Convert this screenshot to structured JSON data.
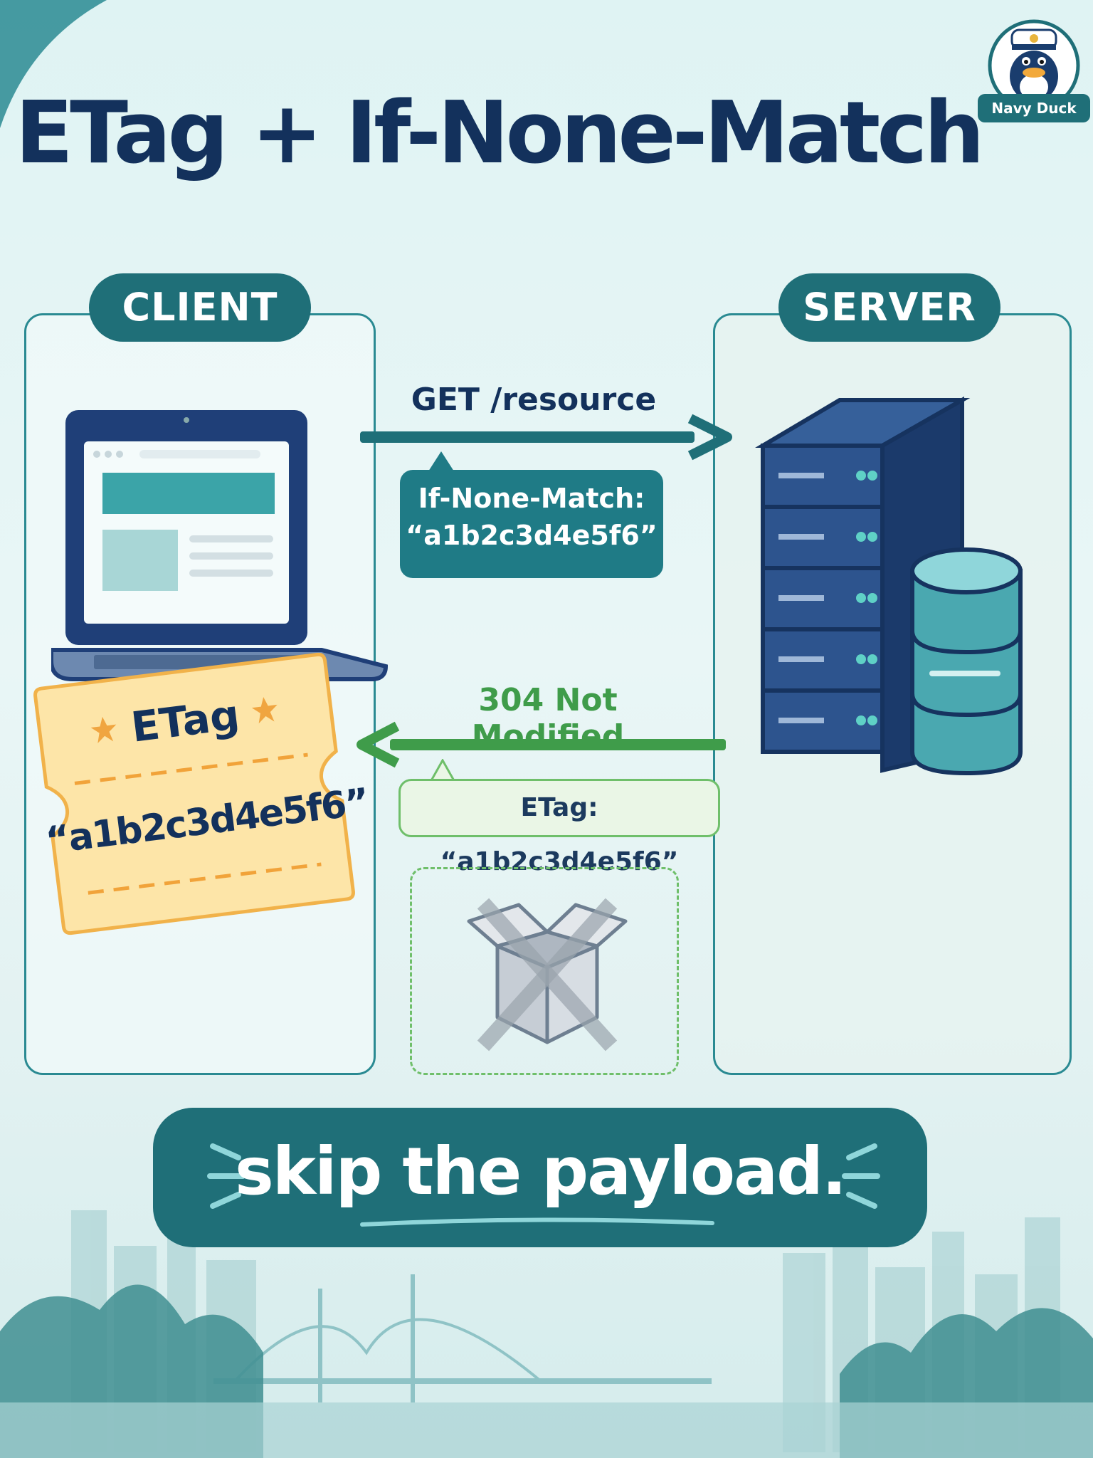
{
  "title": "ETag + If-None-Match",
  "logo": {
    "label": "Navy Duck"
  },
  "client": {
    "label": "CLIENT"
  },
  "server": {
    "label": "SERVER"
  },
  "request": {
    "label": "GET /resource",
    "header_line1": "If-None-Match:",
    "header_line2": "“a1b2c3d4e5f6”"
  },
  "response": {
    "label": "304 Not Modified",
    "header": "ETag: “a1b2c3d4e5f6”"
  },
  "ticket": {
    "title": "ETag",
    "value": "“a1b2c3d4e5f6”"
  },
  "tagline": "skip the payload.",
  "colors": {
    "navy": "#13315c",
    "teal": "#1f6f78",
    "green": "#3f9c4a",
    "ticket": "#fde5a8"
  }
}
